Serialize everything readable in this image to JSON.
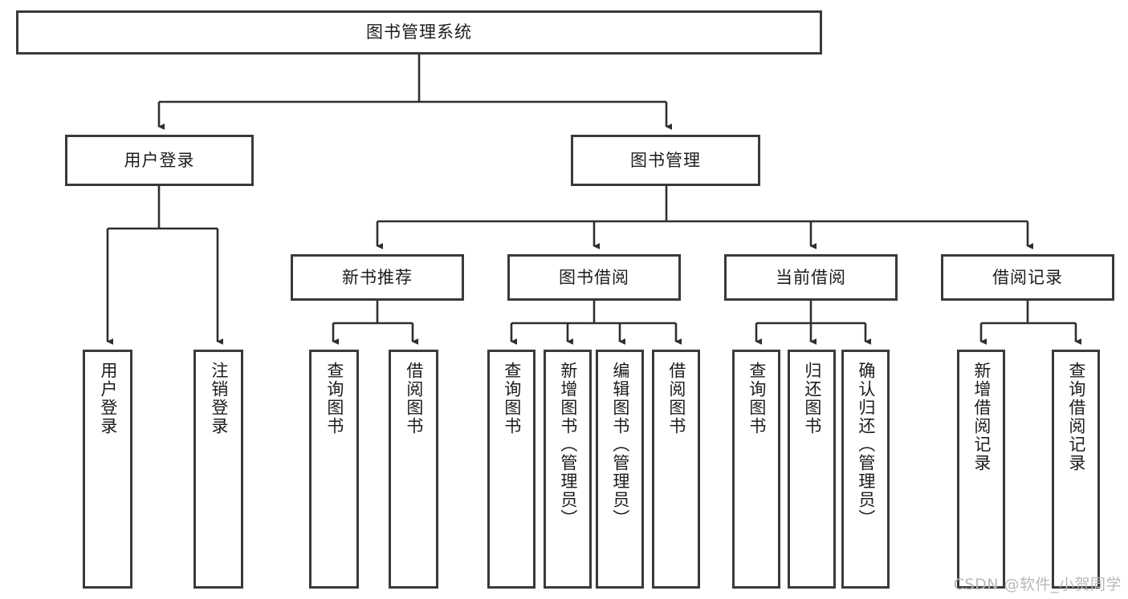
{
  "diagram": {
    "title": "图书管理系统",
    "watermark": "CSDN @软件_小贺同学",
    "colors": {
      "box_border": "#3a3a3a",
      "box_fill": "#ffffff",
      "edge": "#2f2f2f",
      "text": "#1c1c1c",
      "watermark": "#b9b9b9"
    },
    "levels": {
      "root": "图书管理系统",
      "level2": [
        "用户登录",
        "图书管理"
      ],
      "level3": [
        "新书推荐",
        "图书借阅",
        "当前借阅",
        "借阅记录"
      ]
    },
    "nodes": {
      "root": {
        "label": "图书管理系统"
      },
      "user_login": {
        "label": "用户登录"
      },
      "book_manage": {
        "label": "图书管理"
      },
      "new_book_rec": {
        "label": "新书推荐"
      },
      "book_borrow": {
        "label": "图书借阅"
      },
      "current_borrow": {
        "label": "当前借阅"
      },
      "borrow_record": {
        "label": "借阅记录"
      },
      "leaf_user_login": {
        "label": "用户登录"
      },
      "leaf_logout_login": {
        "label": "注销登录"
      },
      "leaf_query_book_1": {
        "label": "查询图书"
      },
      "leaf_borrow_book_1": {
        "label": "借阅图书"
      },
      "leaf_query_book_2": {
        "label": "查询图书"
      },
      "leaf_add_book_admin": {
        "label": "新增图书（管理员）"
      },
      "leaf_edit_book_admin": {
        "label": "编辑图书（管理员）"
      },
      "leaf_borrow_book_2": {
        "label": "借阅图书"
      },
      "leaf_query_book_3": {
        "label": "查询图书"
      },
      "leaf_return_book": {
        "label": "归还图书"
      },
      "leaf_confirm_return_admin": {
        "label": "确认归还（管理员）"
      },
      "leaf_add_borrow_record": {
        "label": "新增借阅记录"
      },
      "leaf_query_borrow_record": {
        "label": "查询借阅记录"
      }
    },
    "tree": {
      "name": "图书管理系统",
      "children": [
        {
          "name": "用户登录",
          "children": [
            {
              "name": "用户登录"
            },
            {
              "name": "注销登录"
            }
          ]
        },
        {
          "name": "图书管理",
          "children": [
            {
              "name": "新书推荐",
              "children": [
                {
                  "name": "查询图书"
                },
                {
                  "name": "借阅图书"
                }
              ]
            },
            {
              "name": "图书借阅",
              "children": [
                {
                  "name": "查询图书"
                },
                {
                  "name": "新增图书（管理员）"
                },
                {
                  "name": "编辑图书（管理员）"
                },
                {
                  "name": "借阅图书"
                }
              ]
            },
            {
              "name": "当前借阅",
              "children": [
                {
                  "name": "查询图书"
                },
                {
                  "name": "归还图书"
                },
                {
                  "name": "确认归还（管理员）"
                }
              ]
            },
            {
              "name": "借阅记录",
              "children": [
                {
                  "name": "新增借阅记录"
                },
                {
                  "name": "查询借阅记录"
                }
              ]
            }
          ]
        }
      ]
    }
  }
}
